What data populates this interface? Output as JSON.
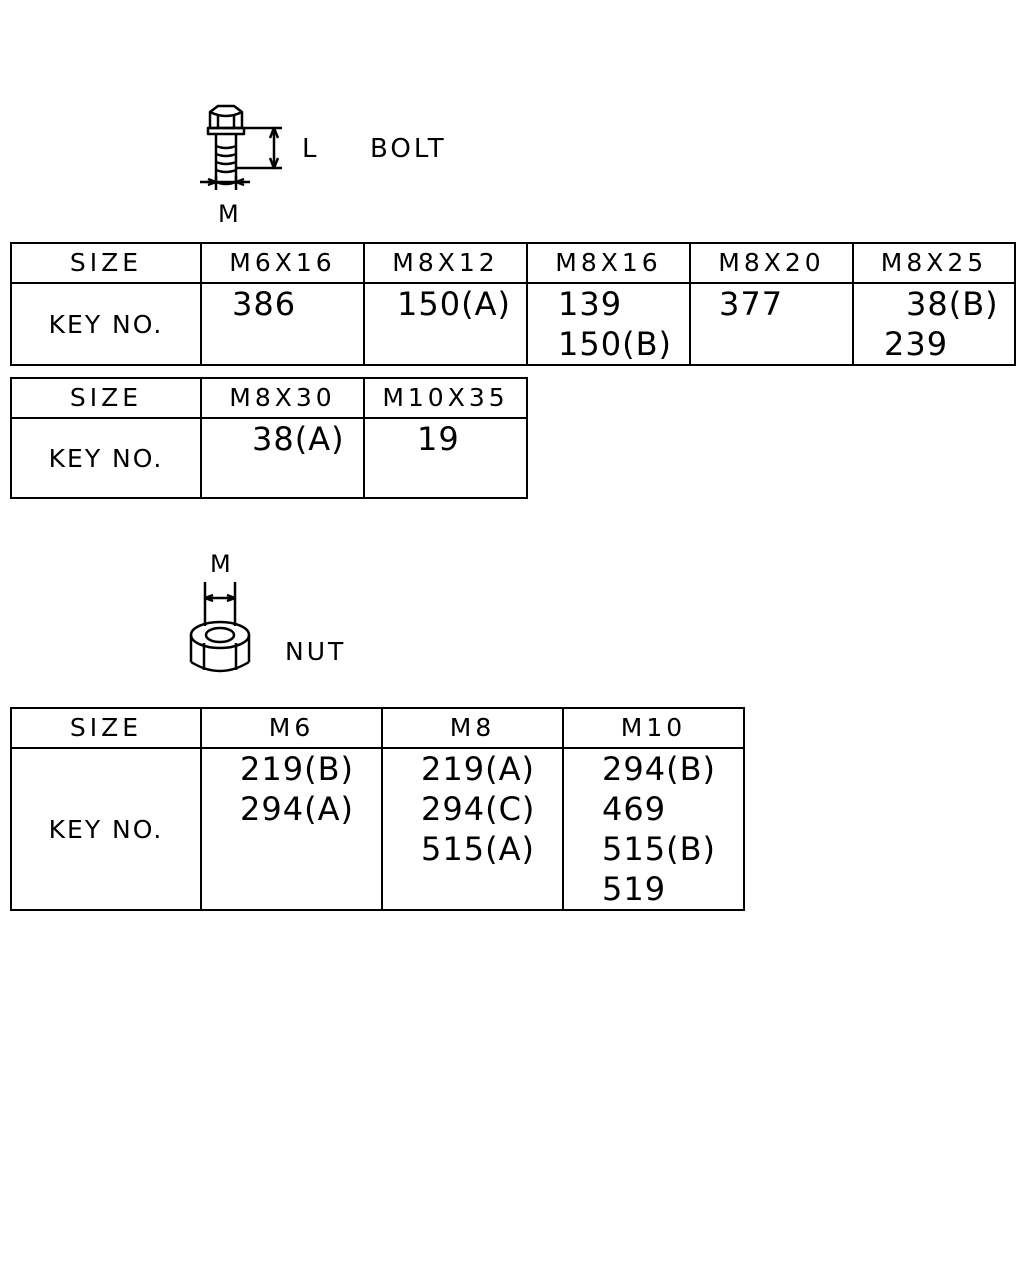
{
  "bolt": {
    "label": "BOLT",
    "length_label": "L",
    "diameter_label": "M"
  },
  "bolt_table_1": {
    "size_label": "SIZE",
    "key_label": "KEY NO.",
    "sizes": [
      "M6X16",
      "M8X12",
      "M8X16",
      "M8X20",
      "M8X25"
    ],
    "keys": [
      [
        "386"
      ],
      [
        "150(A)"
      ],
      [
        "139",
        "150(B)"
      ],
      [
        "377"
      ],
      [
        "38(B)",
        "239"
      ]
    ]
  },
  "bolt_table_2": {
    "size_label": "SIZE",
    "key_label": "KEY NO.",
    "sizes": [
      "M8X30",
      "M10X35"
    ],
    "keys": [
      [
        "38(A)"
      ],
      [
        "19"
      ]
    ]
  },
  "nut": {
    "label": "NUT",
    "diameter_label": "M"
  },
  "nut_table": {
    "size_label": "SIZE",
    "key_label": "KEY NO.",
    "sizes": [
      "M6",
      "M8",
      "M10"
    ],
    "keys": [
      [
        "219(B)",
        "294(A)"
      ],
      [
        "219(A)",
        "294(C)",
        "515(A)"
      ],
      [
        "294(B)",
        "469",
        "515(B)",
        "519"
      ]
    ]
  }
}
